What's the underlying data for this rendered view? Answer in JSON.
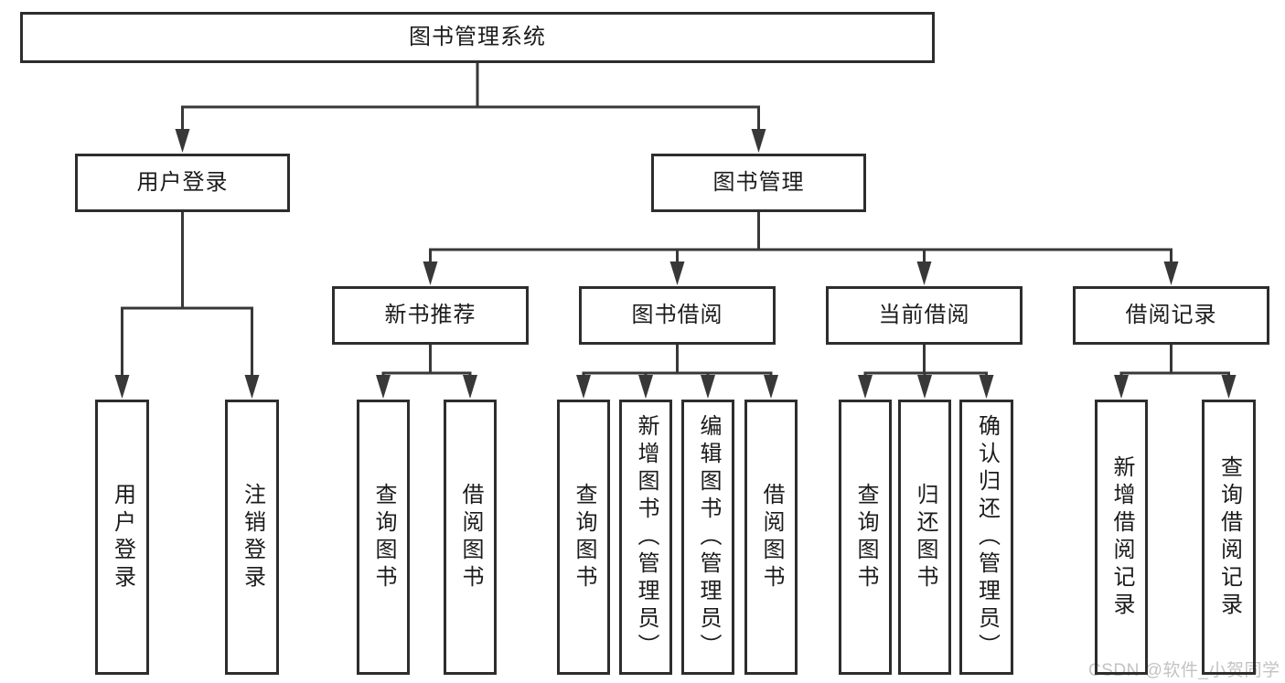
{
  "diagram": {
    "title": "图书管理系统",
    "watermark": "CSDN @软件_小贺同学",
    "colors": {
      "background": "#ffffff",
      "box_border": "#2d2d2d",
      "connector_line": "#383838",
      "text": "#1b1b1b",
      "watermark_text": "#c3c3c3"
    },
    "nodes": {
      "root": {
        "label": "图书管理系统"
      },
      "user-login": {
        "label": "用户登录"
      },
      "book-mgmt": {
        "label": "图书管理"
      },
      "leaf-user-login": {
        "label": "用户登录"
      },
      "leaf-logout": {
        "label": "注销登录"
      },
      "new-book-rec": {
        "label": "新书推荐"
      },
      "book-borrow": {
        "label": "图书借阅"
      },
      "current-borrow": {
        "label": "当前借阅"
      },
      "borrow-records": {
        "label": "借阅记录"
      },
      "nbr-query": {
        "label": "查询图书"
      },
      "nbr-borrow": {
        "label": "借阅图书"
      },
      "bb-query": {
        "label": "查询图书"
      },
      "bb-add": {
        "label": "新增图书（管理员）"
      },
      "bb-edit": {
        "label": "编辑图书（管理员）"
      },
      "bb-borrow": {
        "label": "借阅图书"
      },
      "cb-query": {
        "label": "查询图书"
      },
      "cb-return": {
        "label": "归还图书"
      },
      "cb-confirm": {
        "label": "确认归还（管理员）"
      },
      "br-add": {
        "label": "新增借阅记录"
      },
      "br-query": {
        "label": "查询借阅记录"
      }
    },
    "edges": [
      [
        "root",
        "user-login"
      ],
      [
        "root",
        "book-mgmt"
      ],
      [
        "user-login",
        "leaf-user-login"
      ],
      [
        "user-login",
        "leaf-logout"
      ],
      [
        "book-mgmt",
        "new-book-rec"
      ],
      [
        "book-mgmt",
        "book-borrow"
      ],
      [
        "book-mgmt",
        "current-borrow"
      ],
      [
        "book-mgmt",
        "borrow-records"
      ],
      [
        "new-book-rec",
        "nbr-query"
      ],
      [
        "new-book-rec",
        "nbr-borrow"
      ],
      [
        "book-borrow",
        "bb-query"
      ],
      [
        "book-borrow",
        "bb-add"
      ],
      [
        "book-borrow",
        "bb-edit"
      ],
      [
        "book-borrow",
        "bb-borrow"
      ],
      [
        "current-borrow",
        "cb-query"
      ],
      [
        "current-borrow",
        "cb-return"
      ],
      [
        "current-borrow",
        "cb-confirm"
      ],
      [
        "borrow-records",
        "br-add"
      ],
      [
        "borrow-records",
        "br-query"
      ]
    ]
  }
}
